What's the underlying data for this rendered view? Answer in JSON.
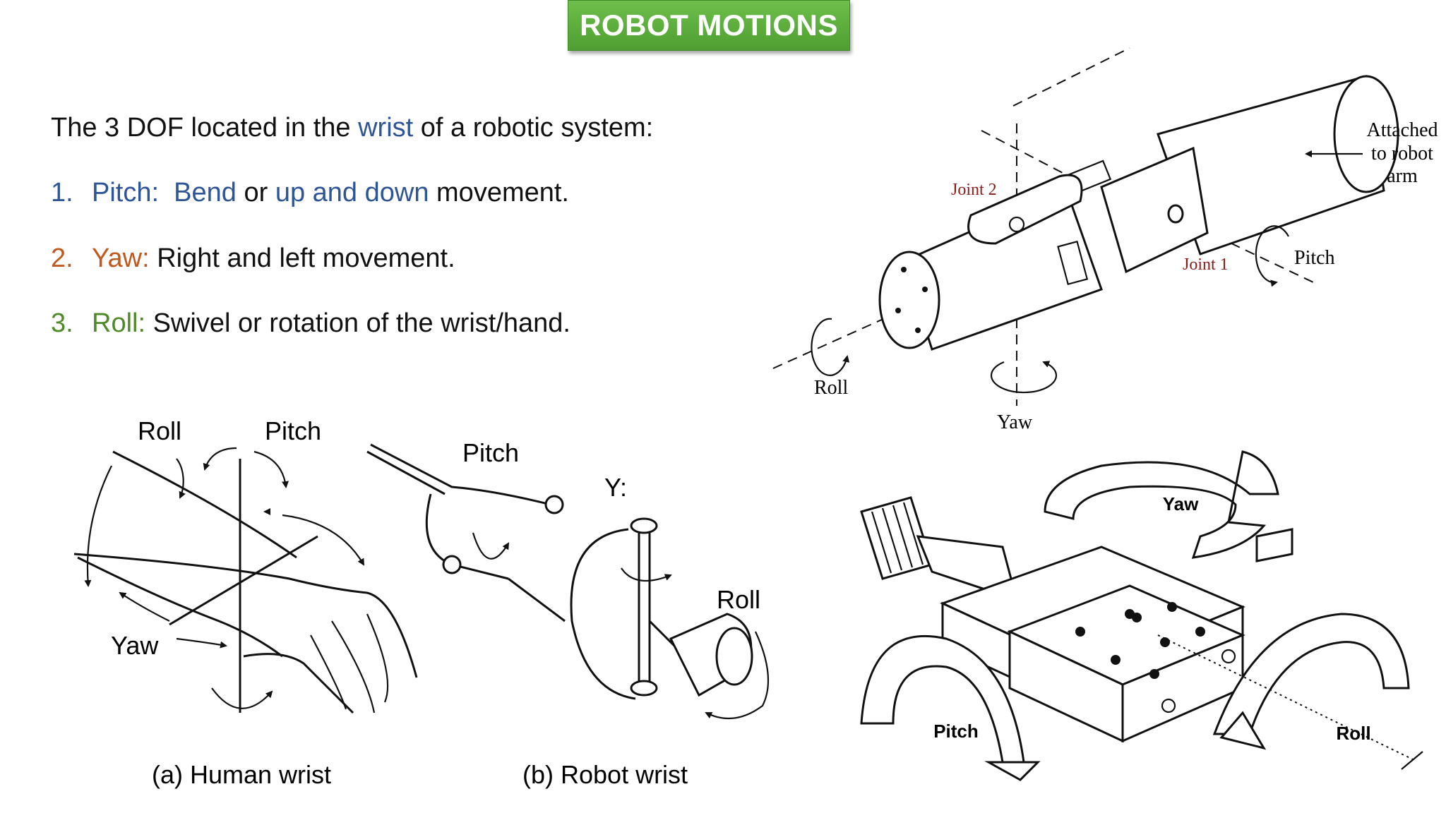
{
  "slide": {
    "title": "ROBOT MOTIONS",
    "intro": {
      "prefix": "The 3 DOF located in the ",
      "highlight": "wrist",
      "suffix": " of a robotic system:"
    },
    "items": [
      {
        "number": "1.",
        "label": "Pitch:",
        "gap": "  ",
        "term1": "Bend",
        "join": " or ",
        "term2": "up and down",
        "rest": " movement."
      },
      {
        "number": "2.",
        "label": "Yaw:",
        "rest": " Right and left movement."
      },
      {
        "number": "3.",
        "label": "Roll:",
        "rest": " Swivel or rotation of the wrist/hand."
      }
    ]
  },
  "figures": {
    "wrist_joint_diagram": {
      "joint2": "Joint 2",
      "joint1": "Joint 1",
      "attached_lines": [
        "Attached",
        "to robot",
        "arm"
      ],
      "pitch": "Pitch",
      "roll": "Roll",
      "yaw": "Yaw"
    },
    "human_robot_wrist": {
      "roll": "Roll",
      "pitch_human": "Pitch",
      "yaw_human": "Yaw",
      "pitch_robot": "Pitch",
      "yaw_robot_partial": "Y:",
      "roll_robot": "Roll",
      "caption_a": "(a) Human wrist",
      "caption_b": "(b) Robot wrist"
    },
    "stage_diagram": {
      "yaw": "Yaw",
      "pitch": "Pitch",
      "roll": "Roll"
    }
  },
  "colors": {
    "title_green": "#5aab3a",
    "accent_blue": "#2e5597",
    "accent_orange": "#c0591d",
    "accent_green": "#4f8a2a",
    "joint_label": "#8b1a1a"
  }
}
